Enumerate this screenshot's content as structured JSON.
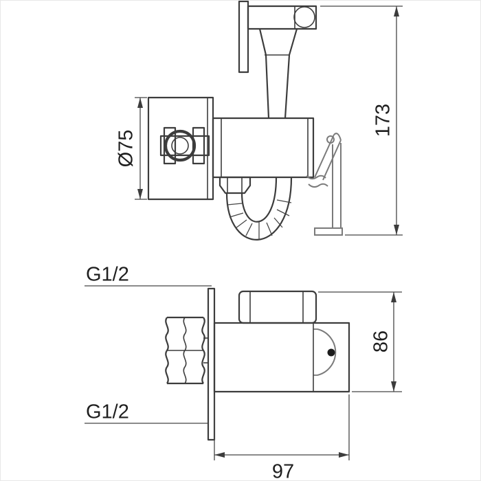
{
  "drawing": {
    "front": {
      "plate_diameter": "Ø75",
      "overall_height": "173"
    },
    "plan": {
      "thread_top": "G1/2",
      "thread_bottom": "G1/2",
      "depth": "86",
      "width": "97"
    }
  },
  "colors": {
    "background": "#ffffff",
    "object_line": "#3c3c3c",
    "light_line": "#7a7a7a",
    "text": "#1f1f1f"
  }
}
